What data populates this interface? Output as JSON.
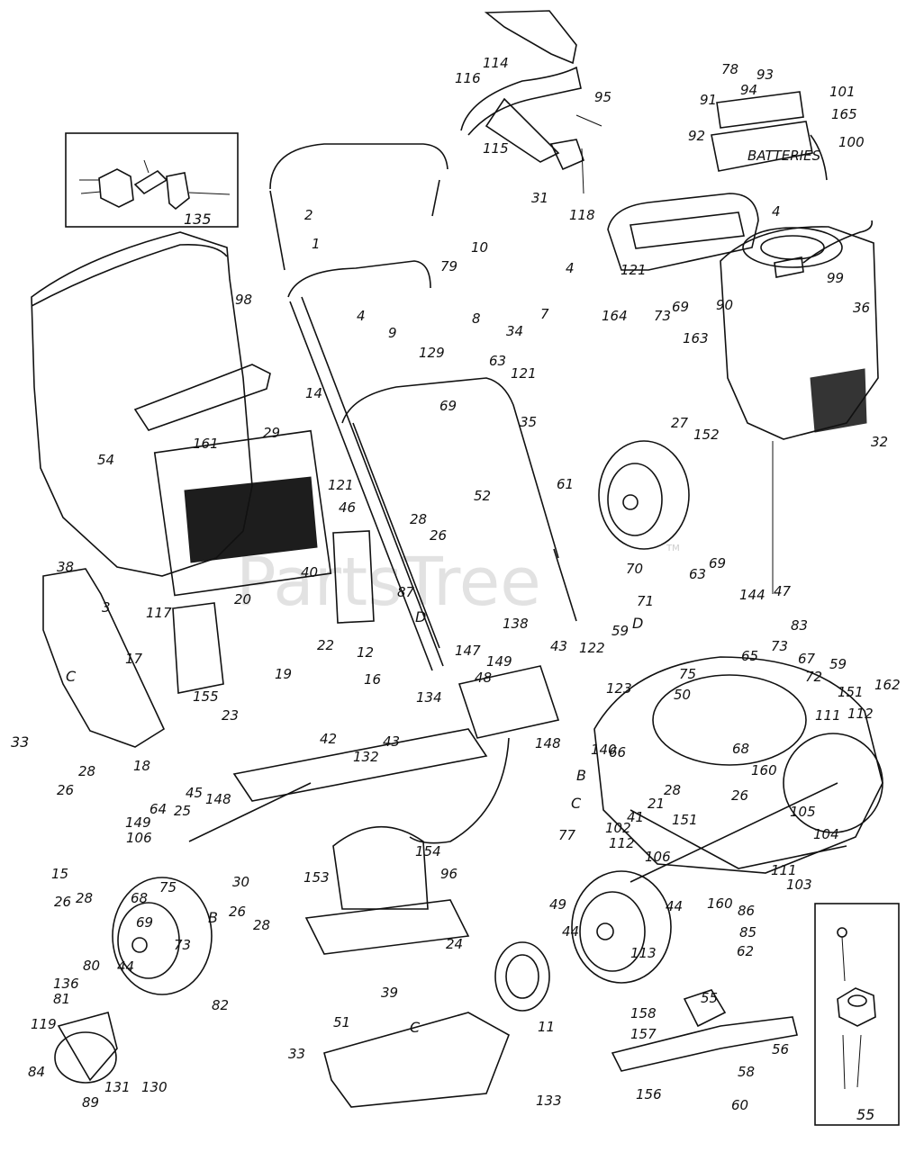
{
  "watermark": "PartsTree",
  "trademark": "TM",
  "inset_left_label": "135",
  "inset_right_label": "55",
  "battery_text": "BATTERIES",
  "callouts": [
    {
      "id": "c114",
      "text": "114"
    },
    {
      "id": "c116",
      "text": "116"
    },
    {
      "id": "c95",
      "text": "95"
    },
    {
      "id": "c115",
      "text": "115"
    },
    {
      "id": "c31",
      "text": "31"
    },
    {
      "id": "c118",
      "text": "118"
    },
    {
      "id": "c78",
      "text": "78"
    },
    {
      "id": "c93",
      "text": "93"
    },
    {
      "id": "c94",
      "text": "94"
    },
    {
      "id": "c91",
      "text": "91"
    },
    {
      "id": "c101",
      "text": "101"
    },
    {
      "id": "c165",
      "text": "165"
    },
    {
      "id": "c92",
      "text": "92"
    },
    {
      "id": "c100",
      "text": "100"
    },
    {
      "id": "c2",
      "text": "2"
    },
    {
      "id": "c1",
      "text": "1"
    },
    {
      "id": "c10",
      "text": "10"
    },
    {
      "id": "c79",
      "text": "79"
    },
    {
      "id": "c4a",
      "text": "4"
    },
    {
      "id": "c7",
      "text": "7"
    },
    {
      "id": "c4b",
      "text": "4"
    },
    {
      "id": "c9",
      "text": "9"
    },
    {
      "id": "c8",
      "text": "8"
    },
    {
      "id": "c34",
      "text": "34"
    },
    {
      "id": "c129",
      "text": "129"
    },
    {
      "id": "c4c",
      "text": "4"
    },
    {
      "id": "c121a",
      "text": "121"
    },
    {
      "id": "c69a",
      "text": "69"
    },
    {
      "id": "c73a",
      "text": "73"
    },
    {
      "id": "c164",
      "text": "164"
    },
    {
      "id": "c90",
      "text": "90"
    },
    {
      "id": "c163",
      "text": "163"
    },
    {
      "id": "c99",
      "text": "99"
    },
    {
      "id": "c36",
      "text": "36"
    },
    {
      "id": "c32",
      "text": "32"
    },
    {
      "id": "c98",
      "text": "98"
    },
    {
      "id": "c14",
      "text": "14"
    },
    {
      "id": "c63a",
      "text": "63"
    },
    {
      "id": "c121b",
      "text": "121"
    },
    {
      "id": "c69b",
      "text": "69"
    },
    {
      "id": "c35",
      "text": "35"
    },
    {
      "id": "c29",
      "text": "29"
    },
    {
      "id": "c54",
      "text": "54"
    },
    {
      "id": "c161",
      "text": "161"
    },
    {
      "id": "c121c",
      "text": "121"
    },
    {
      "id": "c52",
      "text": "52"
    },
    {
      "id": "c27",
      "text": "27"
    },
    {
      "id": "c152",
      "text": "152"
    },
    {
      "id": "c61",
      "text": "61"
    },
    {
      "id": "c38",
      "text": "38"
    },
    {
      "id": "c46",
      "text": "46"
    },
    {
      "id": "c28a",
      "text": "28"
    },
    {
      "id": "c26a",
      "text": "26"
    },
    {
      "id": "c40",
      "text": "40"
    },
    {
      "id": "c87",
      "text": "87"
    },
    {
      "id": "c20",
      "text": "20"
    },
    {
      "id": "cD1",
      "text": "D"
    },
    {
      "id": "c3",
      "text": "3"
    },
    {
      "id": "c117",
      "text": "117"
    },
    {
      "id": "c22",
      "text": "22"
    },
    {
      "id": "c12",
      "text": "12"
    },
    {
      "id": "cC1",
      "text": "C"
    },
    {
      "id": "c17",
      "text": "17"
    },
    {
      "id": "c19",
      "text": "19"
    },
    {
      "id": "c70",
      "text": "70"
    },
    {
      "id": "c63b",
      "text": "63"
    },
    {
      "id": "c69c",
      "text": "69"
    },
    {
      "id": "c144",
      "text": "144"
    },
    {
      "id": "c47",
      "text": "47"
    },
    {
      "id": "c83",
      "text": "83"
    },
    {
      "id": "c71",
      "text": "71"
    },
    {
      "id": "cD2",
      "text": "D"
    },
    {
      "id": "c59a",
      "text": "59"
    },
    {
      "id": "c75a",
      "text": "75"
    },
    {
      "id": "c65",
      "text": "65"
    },
    {
      "id": "c73b",
      "text": "73"
    },
    {
      "id": "c67",
      "text": "67"
    },
    {
      "id": "c59b",
      "text": "59"
    },
    {
      "id": "c72",
      "text": "72"
    },
    {
      "id": "c151a",
      "text": "151"
    },
    {
      "id": "c111a",
      "text": "111"
    },
    {
      "id": "c112a",
      "text": "112"
    },
    {
      "id": "c162",
      "text": "162"
    },
    {
      "id": "c33a",
      "text": "33"
    },
    {
      "id": "c155",
      "text": "155"
    },
    {
      "id": "c23",
      "text": "23"
    },
    {
      "id": "c16",
      "text": "16"
    },
    {
      "id": "c138",
      "text": "138"
    },
    {
      "id": "c147",
      "text": "147"
    },
    {
      "id": "c149a",
      "text": "149"
    },
    {
      "id": "c48",
      "text": "48"
    },
    {
      "id": "c43a",
      "text": "43"
    },
    {
      "id": "c122",
      "text": "122"
    },
    {
      "id": "c134",
      "text": "134"
    },
    {
      "id": "c148a",
      "text": "148"
    },
    {
      "id": "c140",
      "text": "140"
    },
    {
      "id": "c123",
      "text": "123"
    },
    {
      "id": "c50",
      "text": "50"
    },
    {
      "id": "c68a",
      "text": "68"
    },
    {
      "id": "c160a",
      "text": "160"
    },
    {
      "id": "c42",
      "text": "42"
    },
    {
      "id": "c132",
      "text": "132"
    },
    {
      "id": "c43b",
      "text": "43"
    },
    {
      "id": "c66",
      "text": "66"
    },
    {
      "id": "cB1",
      "text": "B"
    },
    {
      "id": "c28b",
      "text": "28"
    },
    {
      "id": "c26b",
      "text": "26"
    },
    {
      "id": "c21",
      "text": "21"
    },
    {
      "id": "c41",
      "text": "41"
    },
    {
      "id": "c151b",
      "text": "151"
    },
    {
      "id": "c105",
      "text": "105"
    },
    {
      "id": "c104",
      "text": "104"
    },
    {
      "id": "cC2",
      "text": "C"
    },
    {
      "id": "c77",
      "text": "77"
    },
    {
      "id": "c102",
      "text": "102"
    },
    {
      "id": "c112b",
      "text": "112"
    },
    {
      "id": "c28c",
      "text": "28"
    },
    {
      "id": "c18",
      "text": "18"
    },
    {
      "id": "c26c",
      "text": "26"
    },
    {
      "id": "c45",
      "text": "45"
    },
    {
      "id": "c148b",
      "text": "148"
    },
    {
      "id": "c25",
      "text": "25"
    },
    {
      "id": "c149b",
      "text": "149"
    },
    {
      "id": "c64",
      "text": "64"
    },
    {
      "id": "c106a",
      "text": "106"
    },
    {
      "id": "c15",
      "text": "15"
    },
    {
      "id": "c75b",
      "text": "75"
    },
    {
      "id": "c68b",
      "text": "68"
    },
    {
      "id": "c30",
      "text": "30"
    },
    {
      "id": "c26d",
      "text": "26"
    },
    {
      "id": "c28d",
      "text": "28"
    },
    {
      "id": "c69d",
      "text": "69"
    },
    {
      "id": "cB2",
      "text": "B"
    },
    {
      "id": "c26e",
      "text": "26"
    },
    {
      "id": "c28e",
      "text": "28"
    },
    {
      "id": "c73c",
      "text": "73"
    },
    {
      "id": "c154",
      "text": "154"
    },
    {
      "id": "c153",
      "text": "153"
    },
    {
      "id": "c96",
      "text": "96"
    },
    {
      "id": "c106b",
      "text": "106"
    },
    {
      "id": "c111b",
      "text": "111"
    },
    {
      "id": "c103",
      "text": "103"
    },
    {
      "id": "c44a",
      "text": "44"
    },
    {
      "id": "c160b",
      "text": "160"
    },
    {
      "id": "c49",
      "text": "49"
    },
    {
      "id": "c44b",
      "text": "44"
    },
    {
      "id": "c113",
      "text": "113"
    },
    {
      "id": "c86",
      "text": "86"
    },
    {
      "id": "c85",
      "text": "85"
    },
    {
      "id": "c62",
      "text": "62"
    },
    {
      "id": "c24",
      "text": "24"
    },
    {
      "id": "c11",
      "text": "11"
    },
    {
      "id": "c39",
      "text": "39"
    },
    {
      "id": "c80",
      "text": "80"
    },
    {
      "id": "c44c",
      "text": "44"
    },
    {
      "id": "c136",
      "text": "136"
    },
    {
      "id": "c81",
      "text": "81"
    },
    {
      "id": "c82",
      "text": "82"
    },
    {
      "id": "c119",
      "text": "119"
    },
    {
      "id": "c84",
      "text": "84"
    },
    {
      "id": "c89",
      "text": "89"
    },
    {
      "id": "c131",
      "text": "131"
    },
    {
      "id": "c130",
      "text": "130"
    },
    {
      "id": "c51",
      "text": "51"
    },
    {
      "id": "cC3",
      "text": "C"
    },
    {
      "id": "c33b",
      "text": "33"
    },
    {
      "id": "c133",
      "text": "133"
    },
    {
      "id": "c158",
      "text": "158"
    },
    {
      "id": "c55a",
      "text": "55"
    },
    {
      "id": "c157",
      "text": "157"
    },
    {
      "id": "c56",
      "text": "56"
    },
    {
      "id": "c58",
      "text": "58"
    },
    {
      "id": "c156",
      "text": "156"
    },
    {
      "id": "c60",
      "text": "60"
    }
  ]
}
